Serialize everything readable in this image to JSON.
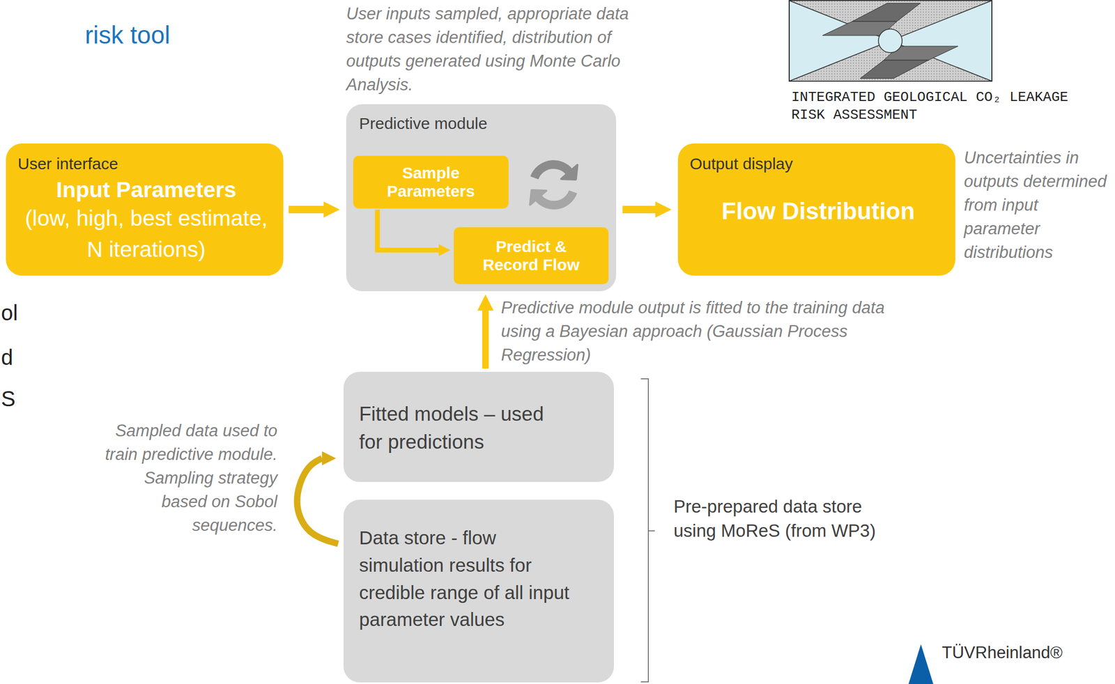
{
  "diagram": {
    "title": "risk tool",
    "nodes": [
      {
        "text": [
          "User interface",
          "Input Parameters",
          "(low, high, best estimate, N iterations)"
        ]
      },
      {
        "text": [
          "Predictive module"
        ]
      },
      {
        "text": [
          "Sample Parameters"
        ],
        "in": 1
      },
      {
        "text": [
          "Predict & Record Flow"
        ],
        "in": 1
      },
      {
        "text": [
          "Output display",
          "Flow Distribution"
        ]
      },
      {
        "text": [
          "Fitted models – used for predictions"
        ]
      },
      {
        "text": [
          "Data store - flow simulation results for credible range of all input parameter values"
        ]
      }
    ],
    "edges": [
      {
        "from": 0,
        "to": 1,
        "arrow": "to"
      },
      {
        "from": 2,
        "to": 3,
        "arrow": "to"
      },
      {
        "from": 1,
        "to": 4,
        "arrow": "to"
      },
      {
        "from": 5,
        "to": 1,
        "arrow": "to",
        "label": "Predictive module output is fitted to the training data using a Bayesian approach (Gaussian Process Regression)"
      },
      {
        "from": 6,
        "to": 5,
        "arrow": "to",
        "label": "Sampled data used to train predictive module. Sampling strategy based on Sobol sequences."
      }
    ],
    "labels": [
      "ol",
      "d",
      "S",
      "User inputs sampled, appropriate data store cases identified, distribution of outputs generated using Monte Carlo Analysis.",
      "INTEGRATED GEOLOGICAL CO₂ LEAKAGE RISK ASSESSMENT",
      "Uncertainties in outputs determined from input parameter distributions",
      "Pre-prepared data store using MoReS (from WP3)",
      "TÜVRheinland®"
    ]
  }
}
